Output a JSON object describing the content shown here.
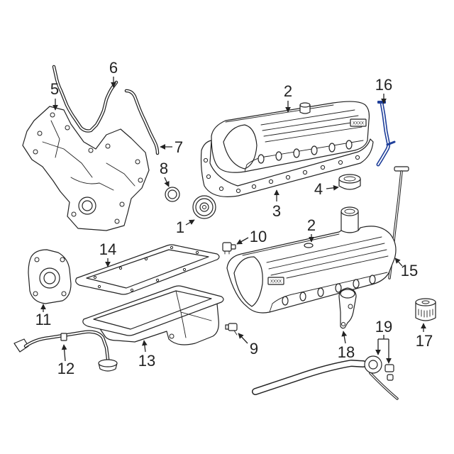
{
  "diagram": {
    "callouts": [
      {
        "label": "1"
      },
      {
        "label": "2"
      },
      {
        "label": "2"
      },
      {
        "label": "3"
      },
      {
        "label": "4"
      },
      {
        "label": "5"
      },
      {
        "label": "6"
      },
      {
        "label": "7"
      },
      {
        "label": "8"
      },
      {
        "label": "9"
      },
      {
        "label": "10"
      },
      {
        "label": "11"
      },
      {
        "label": "12"
      },
      {
        "label": "13"
      },
      {
        "label": "14"
      },
      {
        "label": "15"
      },
      {
        "label": "16"
      },
      {
        "label": "17"
      },
      {
        "label": "18"
      },
      {
        "label": "19"
      }
    ],
    "plate_marking": "XXXX"
  },
  "colors": {
    "background": "#ffffff",
    "line": "#222222",
    "highlight": "#1f3f9a"
  }
}
